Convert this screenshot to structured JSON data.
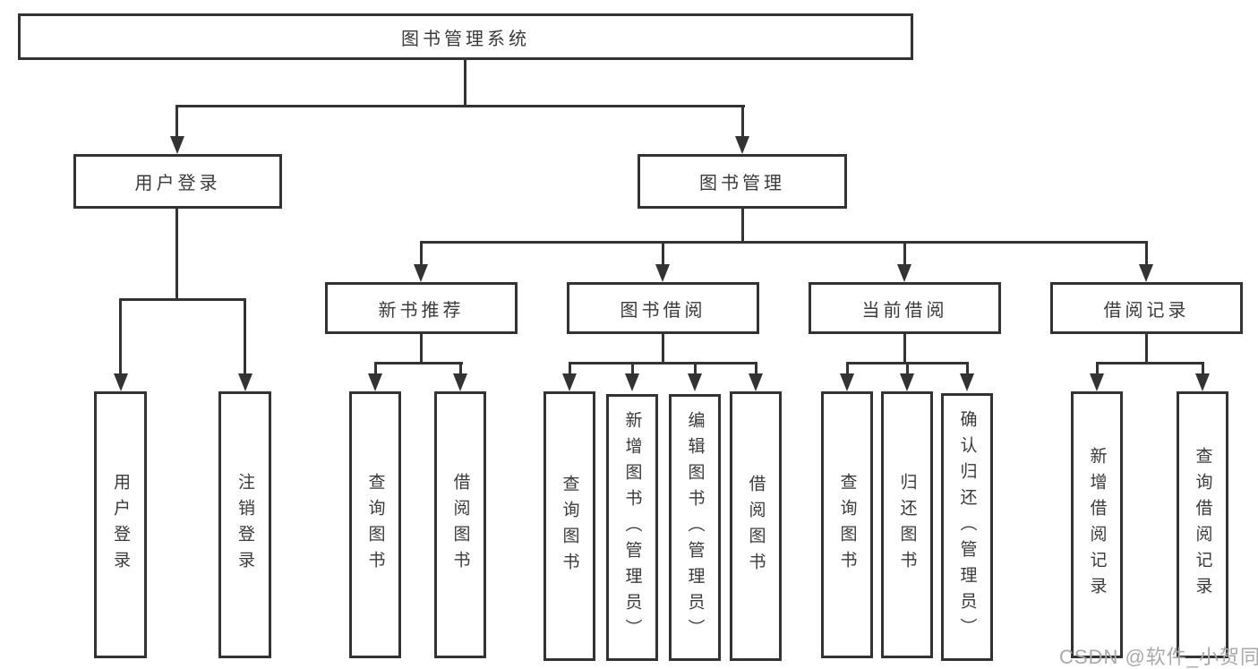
{
  "colors": {
    "line": "#333333",
    "text": "#3a3a3a",
    "box_bg": "#ffffff",
    "watermark": "#a9a9a9"
  },
  "watermark": {
    "text": "CSDN @软件_小贺同学"
  },
  "tree": {
    "root": {
      "label": "图书管理系统",
      "children": [
        {
          "label": "用户登录",
          "children": [
            {
              "label": "用户登录"
            },
            {
              "label": "注销登录"
            }
          ]
        },
        {
          "label": "图书管理",
          "children": [
            {
              "label": "新书推荐",
              "children": [
                {
                  "label": "查询图书"
                },
                {
                  "label": "借阅图书"
                }
              ]
            },
            {
              "label": "图书借阅",
              "children": [
                {
                  "label": "查询图书"
                },
                {
                  "label": "新增图书（管理员）"
                },
                {
                  "label": "编辑图书（管理员）"
                },
                {
                  "label": "借阅图书"
                }
              ]
            },
            {
              "label": "当前借阅",
              "children": [
                {
                  "label": "查询图书"
                },
                {
                  "label": "归还图书"
                },
                {
                  "label": "确认归还（管理员）"
                }
              ]
            },
            {
              "label": "借阅记录",
              "children": [
                {
                  "label": "新增借阅记录"
                },
                {
                  "label": "查询借阅记录"
                }
              ]
            }
          ]
        }
      ]
    }
  }
}
